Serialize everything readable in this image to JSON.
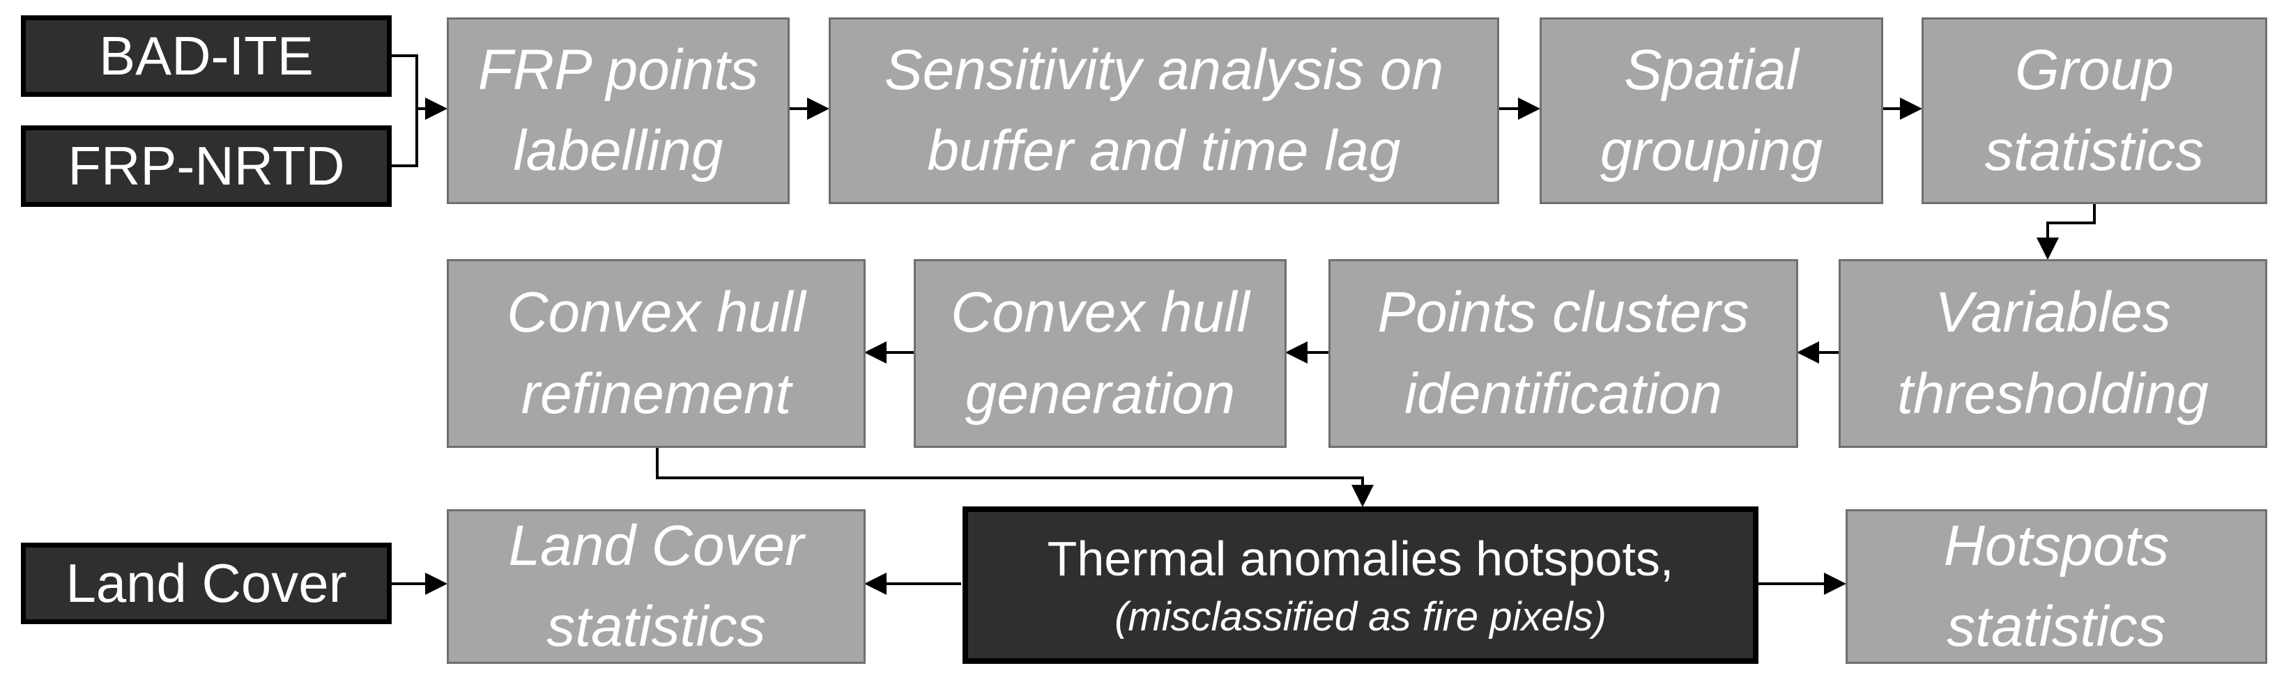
{
  "inputs": {
    "bad_ite": "BAD-ITE",
    "frp_nrtd": "FRP-NRTD",
    "land_cover": "Land Cover"
  },
  "row1": [
    {
      "line1": "FRP points",
      "line2": "labelling"
    },
    {
      "line1": "Sensitivity analysis on",
      "line2": "buffer and time lag"
    },
    {
      "line1": "Spatial",
      "line2": "grouping"
    },
    {
      "line1": "Group",
      "line2": "statistics"
    }
  ],
  "row2": [
    {
      "line1": "Variables",
      "line2": "thresholding"
    },
    {
      "line1": "Points clusters",
      "line2": "identification"
    },
    {
      "line1": "Convex hull",
      "line2": "generation"
    },
    {
      "line1": "Convex hull",
      "line2": "refinement"
    }
  ],
  "row3": {
    "land_cover_stats": {
      "line1": "Land Cover",
      "line2": "statistics"
    },
    "hub": {
      "line1": "Thermal anomalies hotspots,",
      "line2": "(misclassified as fire pixels)"
    },
    "hotspots_stats": {
      "line1": "Hotspots",
      "line2": "statistics"
    }
  },
  "colors": {
    "process_fill": "#a6a6a6",
    "process_border": "#6f6f6f",
    "input_fill": "#2f2f2f",
    "input_border": "#000000",
    "text": "#ffffff",
    "connector": "#000000"
  }
}
